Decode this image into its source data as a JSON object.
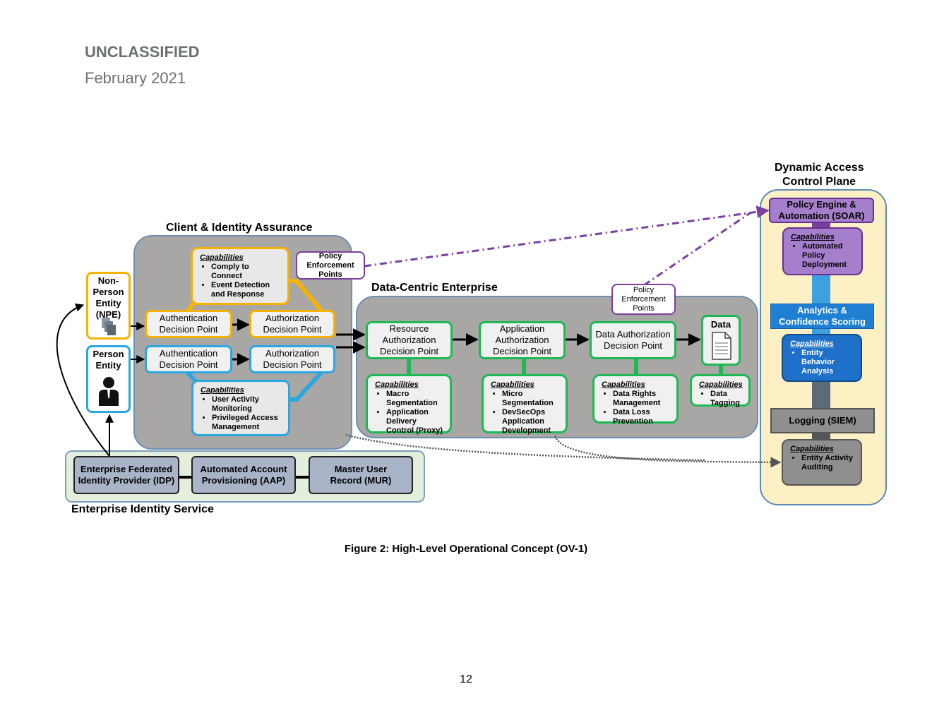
{
  "header": {
    "classification": "UNCLASSIFIED",
    "date": "February 2021"
  },
  "caption": "Figure 2: High-Level Operational Concept (OV-1)",
  "page_number": "12",
  "client_identity": {
    "title": "Client & Identity Assurance",
    "cap_top": {
      "title": "Capabilities",
      "items": [
        "Comply to Connect",
        "Event Detection and Response"
      ]
    },
    "authn_npe": "Authentication Decision Point",
    "authz_npe": "Authorization Decision Point",
    "authn_person": "Authentication Decision Point",
    "authz_person": "Authorization Decision Point",
    "cap_bottom": {
      "title": "Capabilities",
      "items": [
        "User Activity Monitoring",
        "Privileged Access Management"
      ]
    }
  },
  "entities": {
    "npe": "Non-Person Entity (NPE)",
    "person": "Person Entity"
  },
  "pep_left": "Policy Enforcement Points",
  "pep_right": "Policy Enforcement Points",
  "data_centric": {
    "title": "Data-Centric Enterprise",
    "resource": "Resource Authorization Decision Point",
    "application": "Application Authorization Decision Point",
    "data_adp": "Data Authorization Decision Point",
    "data": "Data",
    "cap_resource": {
      "title": "Capabilities",
      "items": [
        "Macro Segmentation",
        "Application Delivery Control (Proxy)"
      ]
    },
    "cap_application": {
      "title": "Capabilities",
      "items": [
        "Micro Segmentation",
        "DevSecOps Application Development"
      ]
    },
    "cap_data_adp": {
      "title": "Capabilities",
      "items": [
        "Data Rights Management",
        "Data Loss Prevention"
      ]
    },
    "cap_data": {
      "title": "Capabilities",
      "items": [
        "Data Tagging"
      ]
    }
  },
  "identity_service": {
    "title": "Enterprise Identity Service",
    "idp": "Enterprise Federated Identity Provider (IDP)",
    "aap": "Automated Account Provisioning (AAP)",
    "mur": "Master User Record (MUR)"
  },
  "dynamic": {
    "title_line1": "Dynamic Access",
    "title_line2": "Control Plane",
    "soar": "Policy Engine & Automation (SOAR)",
    "cap_soar": {
      "title": "Capabilities",
      "items": [
        "Automated Policy Deployment"
      ]
    },
    "analytics": "Analytics & Confidence Scoring",
    "cap_analytics": {
      "title": "Capabilities",
      "items": [
        "Entity Behavior Analysis"
      ]
    },
    "logging": "Logging (SIEM)",
    "cap_logging": {
      "title": "Capabilities",
      "items": [
        "Entity Activity Auditing"
      ]
    }
  },
  "colors": {
    "client_panel": "#a9a6a6",
    "gold": "#f5b300",
    "blue": "#29a8e0",
    "green": "#1db954",
    "purple": "#7b3fa0",
    "dynamic_bg": "#fdf0c4",
    "dynamic_border": "#5b8bb5",
    "identity_bg": "#e3efdc",
    "identity_box": "#a9b4c8",
    "analytics": "#1f7fd2"
  }
}
